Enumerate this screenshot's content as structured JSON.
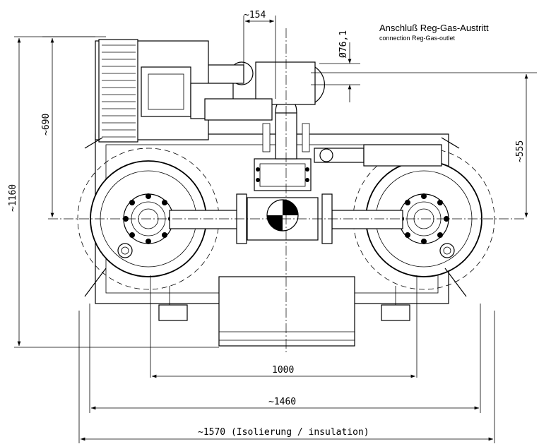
{
  "callout": {
    "de": "Anschluß Reg-Gas-Austritt",
    "en": "connection Reg-Gas-outlet"
  },
  "dimensions": {
    "d154": "~154",
    "d76": "Ø76,1",
    "d690": "~690",
    "d1160": "~1160",
    "d555": "~555",
    "d1000": "1000",
    "d1460": "~1460",
    "d1570": "~1570 (Isolierung / insulation)"
  },
  "colors": {
    "line": "#000000",
    "background": "#ffffff"
  }
}
